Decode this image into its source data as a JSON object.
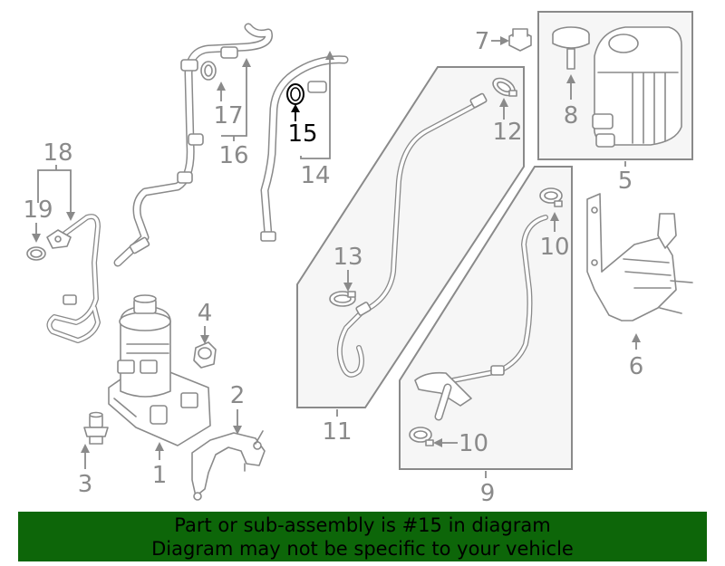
{
  "diagram": {
    "highlight_color": "#000000",
    "line_color": "#8a8a8a",
    "callouts": [
      {
        "id": "c1",
        "label": "1"
      },
      {
        "id": "c2",
        "label": "2"
      },
      {
        "id": "c3",
        "label": "3"
      },
      {
        "id": "c4",
        "label": "4"
      },
      {
        "id": "c5",
        "label": "5"
      },
      {
        "id": "c6",
        "label": "6"
      },
      {
        "id": "c7",
        "label": "7"
      },
      {
        "id": "c8",
        "label": "8"
      },
      {
        "id": "c9",
        "label": "9"
      },
      {
        "id": "c10a",
        "label": "10"
      },
      {
        "id": "c10b",
        "label": "10"
      },
      {
        "id": "c11",
        "label": "11"
      },
      {
        "id": "c12",
        "label": "12"
      },
      {
        "id": "c13",
        "label": "13"
      },
      {
        "id": "c14",
        "label": "14"
      },
      {
        "id": "c15",
        "label": "15",
        "highlighted": true
      },
      {
        "id": "c16",
        "label": "16"
      },
      {
        "id": "c17",
        "label": "17"
      },
      {
        "id": "c18",
        "label": "18"
      },
      {
        "id": "c19",
        "label": "19"
      }
    ]
  },
  "banner": {
    "background": "#0d6609",
    "line1": "Part or sub-assembly is #15 in diagram",
    "line2": "Diagram may not be specific to your vehicle"
  }
}
